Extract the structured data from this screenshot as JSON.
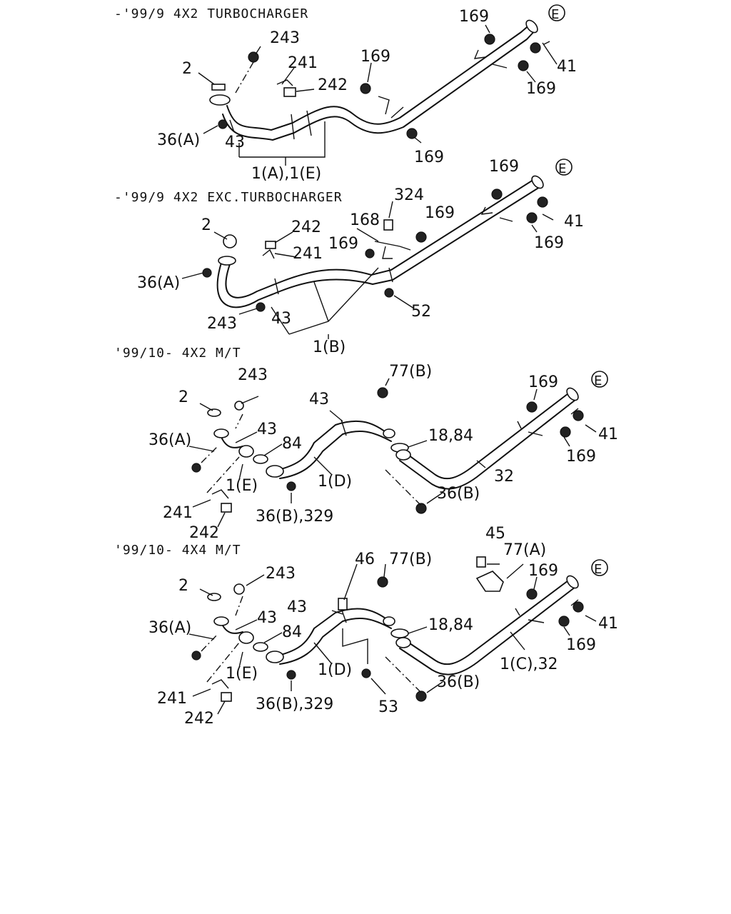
{
  "sections": [
    {
      "title": "-'99/9 4X2 TURBOCHARGER",
      "labels": [
        "169",
        "E",
        "243",
        "241",
        "169",
        "41",
        "2",
        "242",
        "169",
        "36(A)",
        "43",
        "169",
        "1(A),1(E)"
      ]
    },
    {
      "title": "-'99/9 4X2 EXC.TURBOCHARGER",
      "labels": [
        "169",
        "E",
        "324",
        "168",
        "169",
        "41",
        "2",
        "242",
        "169",
        "241",
        "169",
        "36(A)",
        "52",
        "243",
        "43",
        "1(B)"
      ]
    },
    {
      "title": "'99/10- 4X2 M/T",
      "labels": [
        "77(B)",
        "243",
        "169",
        "E",
        "2",
        "43",
        "43",
        "18,84",
        "41",
        "36(A)",
        "84",
        "169",
        "32",
        "1(E)",
        "1(D)",
        "36(B)",
        "241",
        "36(B),329",
        "242"
      ]
    },
    {
      "title": "'99/10- 4X4 M/T",
      "labels": [
        "45",
        "46",
        "77(B)",
        "77(A)",
        "169",
        "E",
        "243",
        "2",
        "43",
        "43",
        "18,84",
        "41",
        "36(A)",
        "84",
        "169",
        "1(C),32",
        "1(E)",
        "1(D)",
        "36(B)",
        "241",
        "36(B),329",
        "53",
        "242"
      ]
    }
  ]
}
